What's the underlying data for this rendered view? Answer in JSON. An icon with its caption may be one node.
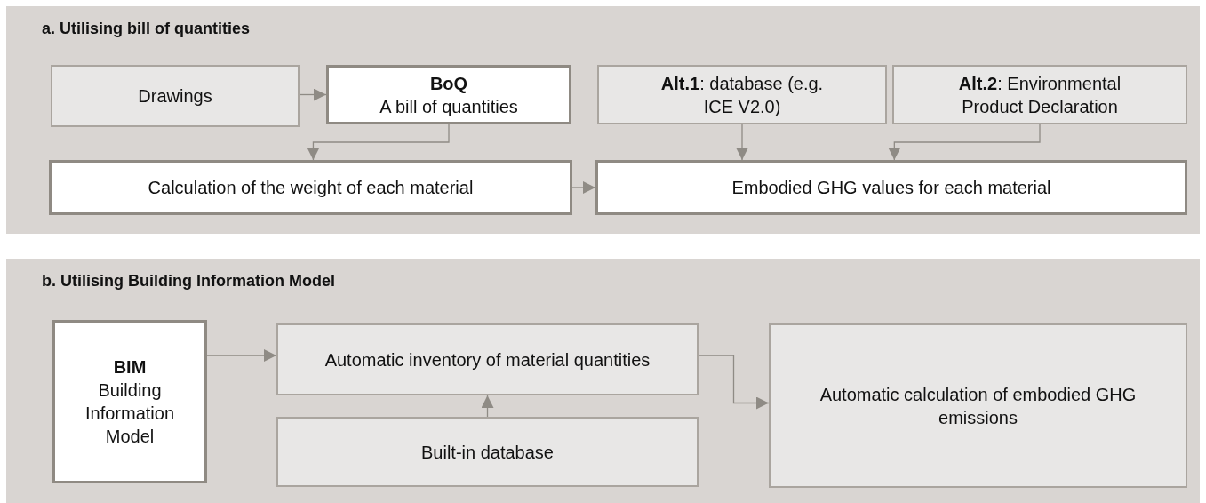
{
  "diagram": {
    "nodes": [
      {
        "text": [
          "a. Utilising bill of quantities"
        ]
      },
      {
        "text": [
          "Drawings"
        ],
        "in": 0
      },
      {
        "text": [
          "BoQ",
          "A bill of quantities"
        ],
        "in": 0
      },
      {
        "text": [
          "**Alt.1**: database (e.g. ICE V2.0)"
        ],
        "in": 0
      },
      {
        "text": [
          "**Alt.2**: Environmental Product Declaration"
        ],
        "in": 0
      },
      {
        "text": [
          "Calculation of the weight of each material"
        ],
        "in": 0
      },
      {
        "text": [
          "Embodied GHG values for each material"
        ],
        "in": 0
      },
      {
        "text": [
          "b. Utilising Building Information Model"
        ]
      },
      {
        "text": [
          "BIM",
          "Building Information Model"
        ],
        "in": 7
      },
      {
        "text": [
          "Automatic inventory of material quantities"
        ],
        "in": 7
      },
      {
        "text": [
          "Built-in database"
        ],
        "in": 7
      },
      {
        "text": [
          "Automatic calculation of embodied GHG emissions"
        ],
        "in": 7
      }
    ],
    "edges": [
      {
        "from": 1,
        "to": 2,
        "arrow": "to"
      },
      {
        "from": 2,
        "to": 5,
        "arrow": "to"
      },
      {
        "from": 3,
        "to": 6,
        "arrow": "to"
      },
      {
        "from": 4,
        "to": 6,
        "arrow": "to"
      },
      {
        "from": 5,
        "to": 6,
        "arrow": "to"
      },
      {
        "from": 8,
        "to": 9,
        "arrow": "to"
      },
      {
        "from": 10,
        "to": 9,
        "arrow": "to"
      },
      {
        "from": 9,
        "to": 11,
        "arrow": "to"
      }
    ]
  }
}
